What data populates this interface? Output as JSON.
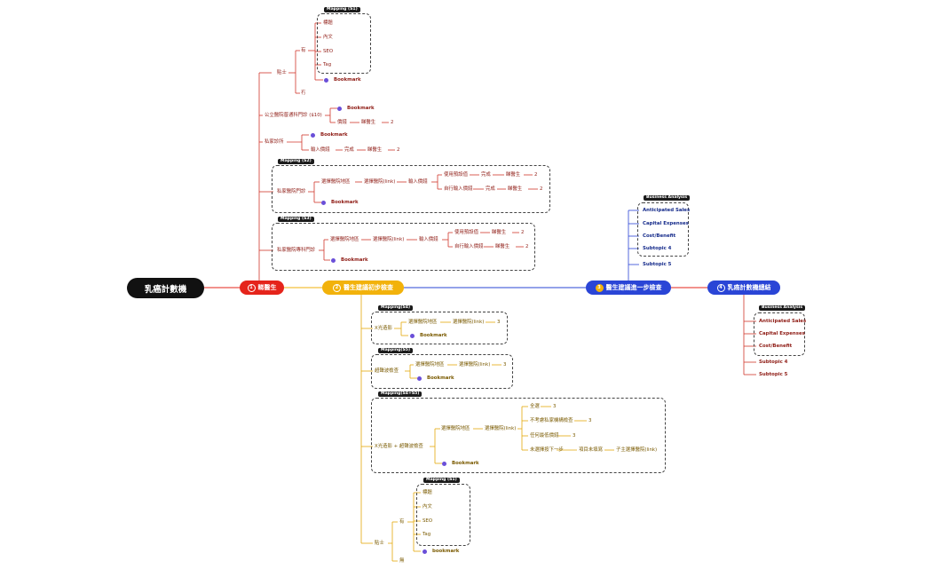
{
  "root": {
    "label": "乳癌計數機"
  },
  "topics": [
    {
      "num": "1",
      "label": "睇醫生",
      "color": "#e5241b"
    },
    {
      "num": "2",
      "label": "醫生建議初步檢查",
      "color": "#f2b20b"
    },
    {
      "num": "3",
      "label": "醫生建議進一步檢查",
      "color": "#2a45d6"
    },
    {
      "num": "4",
      "label": "乳癌計數機總結",
      "color": "#2a45d6"
    }
  ],
  "tags": {
    "s1": "Mapping (S1)",
    "s2": "Mapping (S2)",
    "s3": "Mapping (S3)",
    "s4": "Mapping(S4)",
    "s5": "Mapping(S5)",
    "s45": "Mapping(S4+S5)",
    "s1b": "Mapping (S1)",
    "ba1": "Business Analysis",
    "ba2": "Business Analysis"
  },
  "red": {
    "clinic": "貼士",
    "have": "有",
    "none": "冇",
    "title": "標題",
    "content": "內文",
    "seo": "SEO",
    "tag": "Tag",
    "bookmark1": "Bookmark",
    "public": "公立醫院普通科門診 ($10)",
    "bookmark2": "Bookmark",
    "price1": "價錢",
    "seedoc1": "睇醫生",
    "n2a": "2",
    "private": "私家診所",
    "bookmark3": "Bookmark",
    "inputprice1": "輸入價錢",
    "done1": "完成",
    "seedoc2": "睇醫生",
    "n2b": "2",
    "privgen": "私家醫院門診",
    "selarea1": "選擇醫院地區",
    "selhosp1": "選擇醫院(link)",
    "inputprice2": "輸入價錢",
    "usepreset1": "使用預設值",
    "done2": "完成",
    "seedoc3": "睇醫生",
    "n2c": "2",
    "custom1": "自行輸入價錢",
    "done3": "完成",
    "seedoc4": "睇醫生",
    "n2d": "2",
    "bookmark4": "Bookmark",
    "privspec": "私家醫院專科門診",
    "selarea2": "選擇醫院地區",
    "selhosp2": "選擇醫院(link)",
    "inputprice3": "輸入價錢",
    "usepreset2": "使用預設值",
    "seedoc5": "睇醫生",
    "n2e": "2",
    "custom2": "自行輸入價錢",
    "seedoc6": "睇醫生",
    "n2f": "2",
    "bookmark5": "Bookmark"
  },
  "yellow": {
    "xray": "X光造影",
    "selarea1": "選擇醫院地區",
    "selhosp1": "選擇醫院(link)",
    "n3a": "3",
    "bookmark1": "Bookmark",
    "us": "超聲波檢查",
    "selarea2": "選擇醫院地區",
    "selhosp2": "選擇醫院(link)",
    "n3b": "3",
    "bookmark2": "Bookmark",
    "both": "X光造影 + 超聲波檢查",
    "selarea3": "選擇醫院地區",
    "selhosp3": "選擇醫院(link)",
    "all": "全選",
    "n3c": "3",
    "noconsider": "不考慮私家機構檢查",
    "n3d": "3",
    "anycheap": "任何最低價錢",
    "n3e": "3",
    "notselected": "未選擇按下一步",
    "notfilled": "項目未填寫",
    "mustchoose": "子主選擇醫院(link)",
    "bookmark3": "Bookmark",
    "tips": "貼士",
    "have": "有",
    "title": "標題",
    "content": "內文",
    "seo": "SEO",
    "tag": "Tag",
    "bookmark4": "bookmark",
    "none": "無"
  },
  "blue": {
    "sales": "Anticipated Sales",
    "capex": "Capital Expenses",
    "cost": "Cost/Benefit",
    "sub4": "Subtopic 4",
    "sub5": "Subtopic 5"
  },
  "summary": {
    "sales": "Anticipated Sales",
    "capex": "Capital Expenses",
    "cost": "Cost/Benefit",
    "sub4": "Subtopic 4",
    "sub5": "Subtopic 5"
  }
}
